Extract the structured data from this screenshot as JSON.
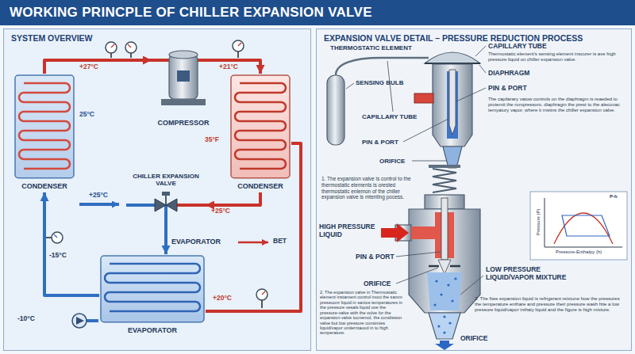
{
  "diagram": {
    "title": "WORKING PRINCPLE OF CHILLER EXPANSION VALVE",
    "nodes": [
      {
        "text": [
          "SYSTEM OVERVIEW"
        ]
      },
      {
        "text": [
          "CONDENSER"
        ],
        "in": 0
      },
      {
        "text": [
          "COMPRESSOR"
        ],
        "in": 0
      },
      {
        "text": [
          "CONDENSER"
        ],
        "in": 0
      },
      {
        "text": [
          "CHILLER EXPANSION VALVE"
        ],
        "in": 0
      },
      {
        "text": [
          "EVAPORATOR"
        ],
        "in": 0
      },
      {
        "text": [
          "EXPANSION VALVE DETAIL – PRESSURE REDUCTION PROCESS"
        ]
      }
    ],
    "edges": [
      {
        "from": 1,
        "to": 2,
        "arrow": "to"
      },
      {
        "from": 2,
        "to": 3,
        "arrow": "to"
      },
      {
        "from": 3,
        "to": 4,
        "arrow": "to"
      },
      {
        "from": 4,
        "to": 5,
        "arrow": "to"
      },
      {
        "from": 5,
        "to": 1,
        "arrow": "to"
      },
      {
        "from": 5,
        "to": 3,
        "arrow": "none"
      }
    ],
    "labels": [
      "+27°C",
      "+21°C",
      "25°C",
      "35°F",
      "+25°C",
      "+25°C",
      "EVAPORATOR",
      "-15°C",
      "+20°C",
      "BET",
      "-10°C",
      "THERMOSTATIC ELEMENT",
      "SENSING BULB",
      "CAPILLARY TUBE",
      "PIN & PORT",
      "ORIFICE",
      "CAPILLARY TUBE",
      "Thermostatic element's sensing element inscurer is ave high pressure liquid on chiller expansion valve.",
      "DIAPHRAGM",
      "PIN & PORT",
      "The capilarary vatow controls on the diaphragm is reaeded to protemit the rompressoro. diaphragm the prest to the alecovac temyatury vapor, where it rnstins the chiller expansion valve.",
      "1. The expansion valve is control to the thermostatic elemenls is orested thermostatic enlemon of the chiller expansion valve is mtenting pocess.",
      "HIGH PRESSURE LIQUID",
      "PIN & PORT",
      "ORIFICE",
      "LOW PRESSURE LIQUID/VAPOR MIXTURE",
      "P-h",
      "Pressure (P)",
      "Pressure-Enthalpy (h)",
      "2. The expansion valve in Thermostatic element instament control inoot the samm preseuonr liquid in sanios temperatures in the pressure vesals liquid ove the pressure-valve with the volve for the expansion valve tocnemol, the condission valve but low pressure consimies liquid/vapor underntaood in to high temperature.",
      "3. The fiwe expansion liquid is refrigerant reixtune how the pressures the temperature enthare and pressure their pressure wash hite a low pressure liquid/vapor inthaiy liquid and the figure is high mixture.",
      "ORIFICE"
    ]
  }
}
